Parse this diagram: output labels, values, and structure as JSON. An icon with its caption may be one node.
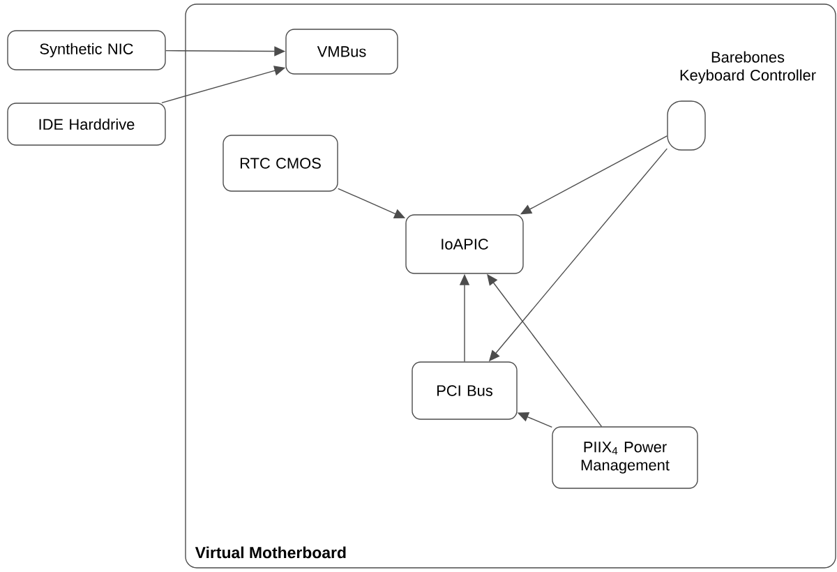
{
  "diagram": {
    "nodes": [
      {
        "text": [
          "Virtual Motherboard"
        ]
      },
      {
        "text": [
          "Synthetic NIC"
        ]
      },
      {
        "text": [
          "IDE Harddrive"
        ]
      },
      {
        "text": [
          "VMBus"
        ],
        "in": 0
      },
      {
        "text": [
          "RTC CMOS"
        ],
        "in": 0
      },
      {
        "text": [
          "Barebones Keyboard Controller"
        ],
        "in": 0
      },
      {
        "text": [
          "IoAPIC"
        ],
        "in": 0
      },
      {
        "text": [
          "PCI Bus"
        ],
        "in": 0
      },
      {
        "text": [
          "PIIX$_{4}$ Power Management"
        ],
        "in": 0
      }
    ],
    "edges": [
      {
        "from": 1,
        "to": 3,
        "arrow": "to"
      },
      {
        "from": 2,
        "to": 3,
        "arrow": "to"
      },
      {
        "from": 4,
        "to": 6,
        "arrow": "to"
      },
      {
        "from": 5,
        "to": 6,
        "arrow": "to"
      },
      {
        "from": 5,
        "to": 7,
        "arrow": "to"
      },
      {
        "from": 7,
        "to": 6,
        "arrow": "to"
      },
      {
        "from": 8,
        "to": 6,
        "arrow": "to"
      },
      {
        "from": 8,
        "to": 7,
        "arrow": "to"
      }
    ]
  }
}
